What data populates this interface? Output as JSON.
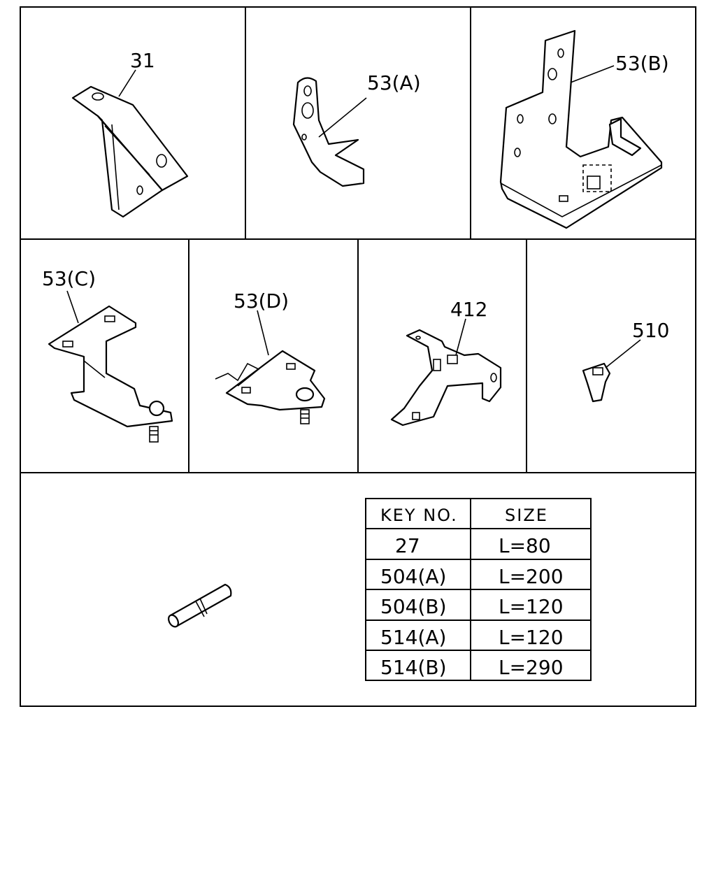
{
  "labels": {
    "p31": "31",
    "p53a": "53(A)",
    "p53b": "53(B)",
    "p53c": "53(C)",
    "p53d": "53(D)",
    "p412": "412",
    "p510": "510"
  },
  "table": {
    "headers": [
      "KEY NO.",
      "SIZE"
    ],
    "rows": [
      {
        "key": "27",
        "size": "L=80"
      },
      {
        "key": "504(A)",
        "size": "L=200"
      },
      {
        "key": "504(B)",
        "size": "L=120"
      },
      {
        "key": "514(A)",
        "size": "L=120"
      },
      {
        "key": "514(B)",
        "size": "L=290"
      }
    ]
  }
}
